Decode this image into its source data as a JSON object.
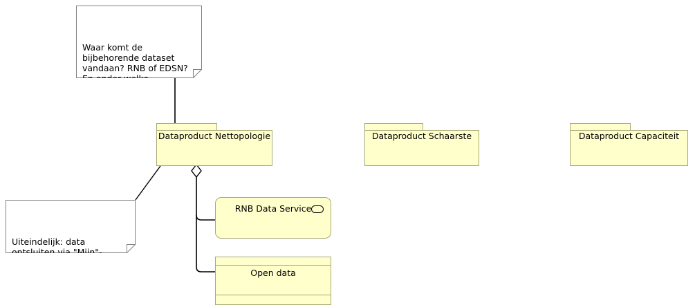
{
  "diagram": {
    "type": "archimate-uml-diagram",
    "background": "#ffffff",
    "element_fill": "#ffffcc",
    "element_border": "#a8a878",
    "connector_color": "#000000",
    "note_border": "#808080"
  },
  "notes": {
    "top": {
      "text": "Waar komt de bijbehorende dataset vandaan? RNB of EDSN?\nEn onder welke voorwaarden?\nTODO: koppeling met\nNEN/TC Profiel"
    },
    "bottom": {
      "text": "Uiteindelijk: data ontsluiten via \"Mijn\"-omgeving en/of Dataportaal (centraal)"
    }
  },
  "packages": [
    {
      "label": "Dataproduct Nettopologie"
    },
    {
      "label": "Dataproduct Schaarste"
    },
    {
      "label": "Dataproduct Capaciteit"
    }
  ],
  "service": {
    "label": "RNB Data Service",
    "icon": "service-rounded-rectangle-icon"
  },
  "class_box": {
    "label": "Open data"
  },
  "relations": {
    "aggregation_marker": "open-diamond",
    "note_anchor_style": "solid-line"
  }
}
